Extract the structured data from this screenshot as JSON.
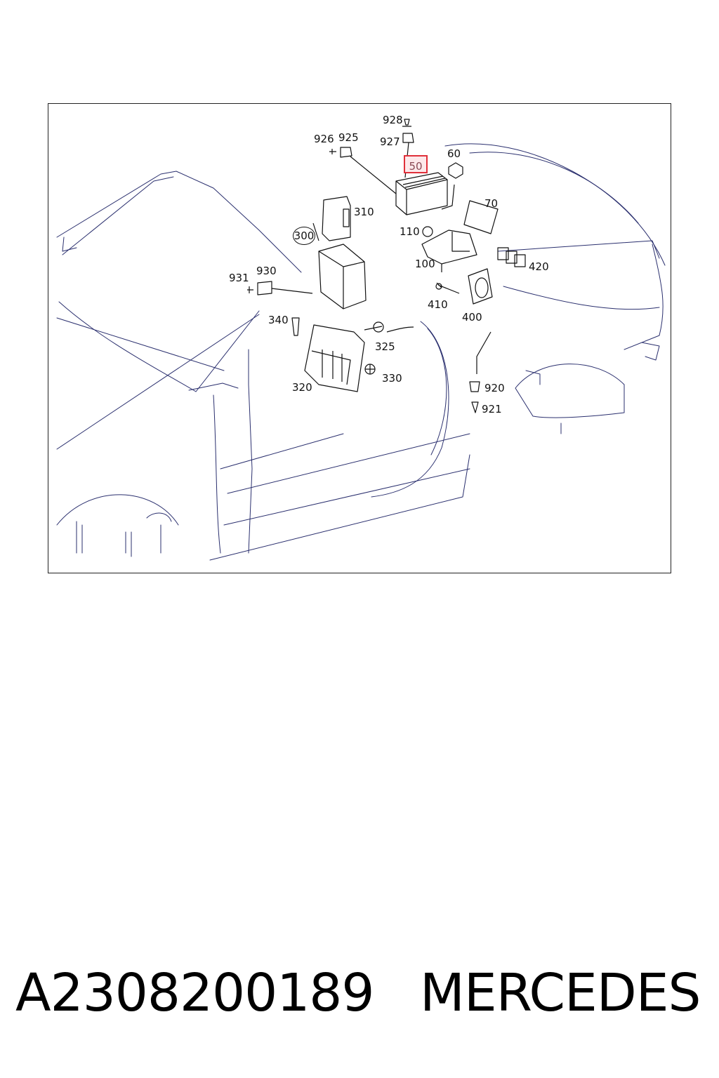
{
  "diagram": {
    "callouts": {
      "c928": "928",
      "c927": "927",
      "c926": "926",
      "c925": "925",
      "c50": "50",
      "c60": "60",
      "c70": "70",
      "c310": "310",
      "c300": "300",
      "c110": "110",
      "c100": "100",
      "c931": "931",
      "c930": "930",
      "c420": "420",
      "c410": "410",
      "c400": "400",
      "c340": "340",
      "c325": "325",
      "c330": "330",
      "c320": "320",
      "c920": "920",
      "c921": "921"
    },
    "highlighted_part": "50",
    "colors": {
      "line": "#2a2f6e",
      "highlight_border": "#e0303a",
      "highlight_fill": "#fde8ea"
    }
  },
  "caption": {
    "part_number": "A2308200189",
    "brand": "MERCEDES"
  }
}
